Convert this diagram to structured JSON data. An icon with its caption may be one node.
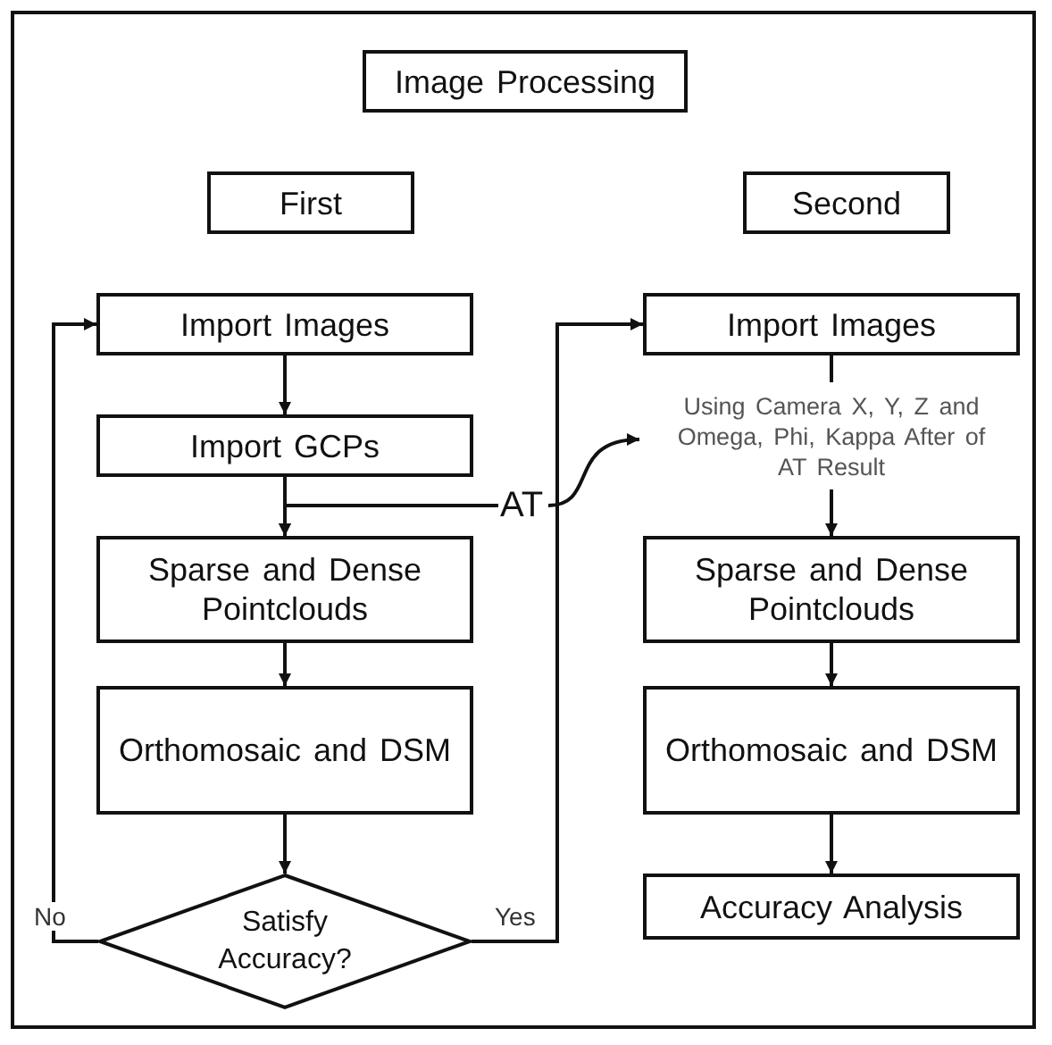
{
  "diagram": {
    "nodes": [
      {
        "text": [
          "Image Processing"
        ]
      },
      {
        "text": [
          "First"
        ]
      },
      {
        "text": [
          "Second"
        ]
      },
      {
        "text": [
          "Import Images"
        ]
      },
      {
        "text": [
          "Import GCPs"
        ]
      },
      {
        "text": [
          "AT"
        ]
      },
      {
        "text": [
          "Sparse and Dense Pointclouds"
        ]
      },
      {
        "text": [
          "Orthomosaic and DSM"
        ]
      },
      {
        "text": [
          "Satisfy Accuracy?"
        ]
      },
      {
        "text": [
          "Import Images"
        ]
      },
      {
        "text": [
          "Using Camera X, Y, Z and Omega, Phi, Kappa After of AT Result"
        ]
      },
      {
        "text": [
          "Sparse and Dense Pointclouds"
        ]
      },
      {
        "text": [
          "Orthomosaic and DSM"
        ]
      },
      {
        "text": [
          "Accuracy Analysis"
        ]
      }
    ],
    "edges": [
      {
        "from": 3,
        "to": 4,
        "arrow": "to"
      },
      {
        "from": 4,
        "to": 6,
        "arrow": "to"
      },
      {
        "from": 5,
        "to": 6,
        "arrow": "to"
      },
      {
        "from": 5,
        "to": 10,
        "arrow": "to"
      },
      {
        "from": 6,
        "to": 7,
        "arrow": "to"
      },
      {
        "from": 7,
        "to": 8,
        "arrow": "to"
      },
      {
        "from": 8,
        "to": 3,
        "label": "No",
        "arrow": "to"
      },
      {
        "from": 8,
        "to": 9,
        "label": "Yes",
        "arrow": "to"
      },
      {
        "from": 9,
        "to": 10,
        "arrow": "none"
      },
      {
        "from": 10,
        "to": 11,
        "arrow": "to"
      },
      {
        "from": 11,
        "to": 12,
        "arrow": "to"
      },
      {
        "from": 12,
        "to": 13,
        "arrow": "to"
      }
    ]
  }
}
